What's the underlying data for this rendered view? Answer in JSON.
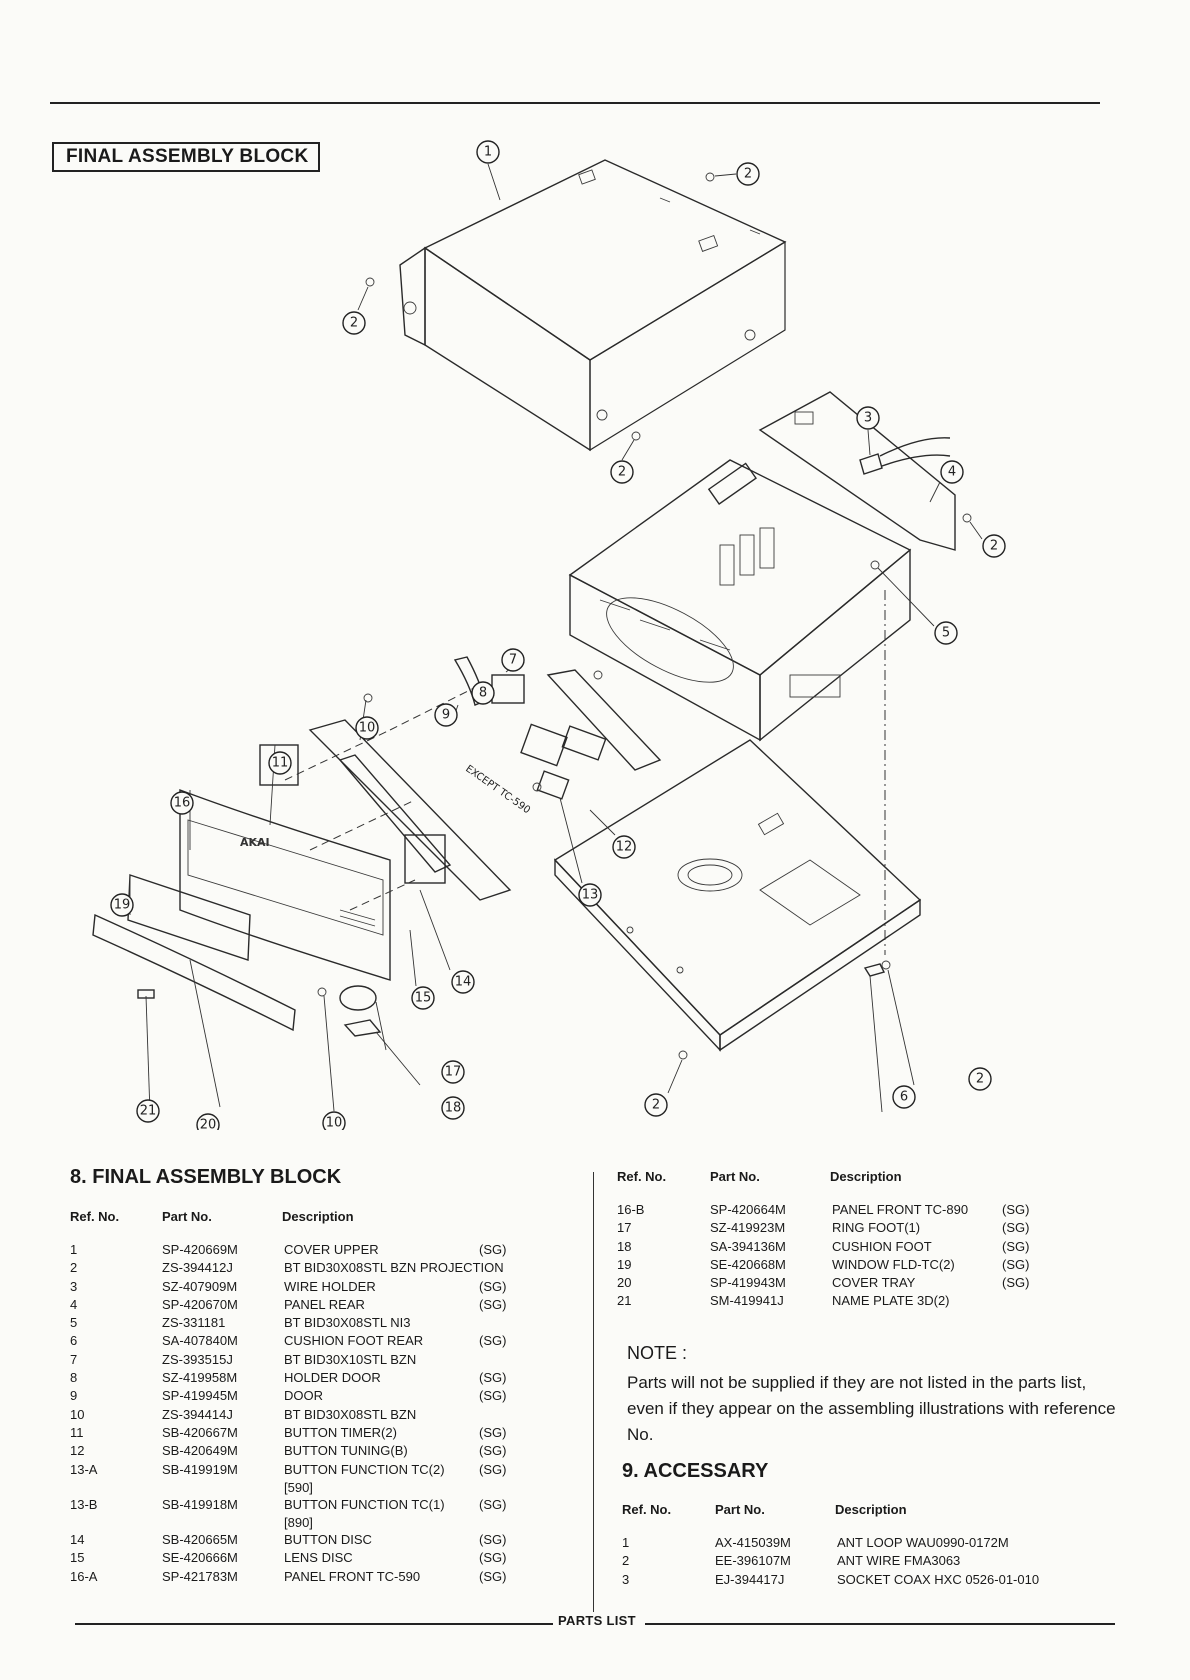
{
  "diagram": {
    "title": "FINAL ASSEMBLY BLOCK",
    "note": "EXCEPT TC-590",
    "brand_logo": "AKAI",
    "callouts": [
      "1",
      "2",
      "2",
      "2",
      "3",
      "4",
      "2",
      "5",
      "7",
      "8",
      "9",
      "10",
      "11",
      "12",
      "13",
      "16",
      "19",
      "14",
      "15",
      "17",
      "18",
      "21",
      "20",
      "10",
      "2",
      "6",
      "2"
    ]
  },
  "section8": {
    "title": "8. FINAL ASSEMBLY BLOCK",
    "headers": {
      "ref": "Ref. No.",
      "part": "Part No.",
      "desc": "Description"
    },
    "rows": [
      {
        "ref": "1",
        "part": "SP-420669M",
        "desc": "COVER UPPER",
        "tag": "(SG)"
      },
      {
        "ref": "2",
        "part": "ZS-394412J",
        "desc": "BT BID30X08STL BZN PROJECTION",
        "tag": ""
      },
      {
        "ref": "3",
        "part": "SZ-407909M",
        "desc": "WIRE HOLDER",
        "tag": "(SG)"
      },
      {
        "ref": "4",
        "part": "SP-420670M",
        "desc": "PANEL REAR",
        "tag": "(SG)"
      },
      {
        "ref": "5",
        "part": "ZS-331181",
        "desc": "BT BID30X08STL NI3",
        "tag": ""
      },
      {
        "ref": "6",
        "part": "SA-407840M",
        "desc": "CUSHION FOOT REAR",
        "tag": "(SG)"
      },
      {
        "ref": "7",
        "part": "ZS-393515J",
        "desc": "BT BID30X10STL BZN",
        "tag": ""
      },
      {
        "ref": "8",
        "part": "SZ-419958M",
        "desc": "HOLDER DOOR",
        "tag": "(SG)"
      },
      {
        "ref": "9",
        "part": "SP-419945M",
        "desc": "DOOR",
        "tag": "(SG)"
      },
      {
        "ref": "10",
        "part": "ZS-394414J",
        "desc": "BT BID30X08STL BZN",
        "tag": ""
      },
      {
        "ref": "11",
        "part": "SB-420667M",
        "desc": "BUTTON TIMER(2)",
        "tag": "(SG)"
      },
      {
        "ref": "12",
        "part": "SB-420649M",
        "desc": "BUTTON TUNING(B)",
        "tag": "(SG)"
      },
      {
        "ref": "13-A",
        "part": "SB-419919M",
        "desc": "BUTTON FUNCTION TC(2)",
        "tag": "(SG)",
        "sub": "[590]"
      },
      {
        "ref": "13-B",
        "part": "SB-419918M",
        "desc": "BUTTON FUNCTION TC(1)",
        "tag": "(SG)",
        "sub": "[890]"
      },
      {
        "ref": "14",
        "part": "SB-420665M",
        "desc": "BUTTON DISC",
        "tag": "(SG)"
      },
      {
        "ref": "15",
        "part": "SE-420666M",
        "desc": "LENS DISC",
        "tag": "(SG)"
      },
      {
        "ref": "16-A",
        "part": "SP-421783M",
        "desc": "PANEL FRONT TC-590",
        "tag": "(SG)"
      }
    ]
  },
  "section8b": {
    "headers": {
      "ref": "Ref. No.",
      "part": "Part No.",
      "desc": "Description"
    },
    "rows": [
      {
        "ref": "16-B",
        "part": "SP-420664M",
        "desc": "PANEL FRONT TC-890",
        "tag": "(SG)"
      },
      {
        "ref": "17",
        "part": "SZ-419923M",
        "desc": "RING FOOT(1)",
        "tag": "(SG)"
      },
      {
        "ref": "18",
        "part": "SA-394136M",
        "desc": "CUSHION FOOT",
        "tag": "(SG)"
      },
      {
        "ref": "19",
        "part": "SE-420668M",
        "desc": "WINDOW FLD-TC(2)",
        "tag": "(SG)"
      },
      {
        "ref": "20",
        "part": "SP-419943M",
        "desc": "COVER TRAY",
        "tag": "(SG)"
      },
      {
        "ref": "21",
        "part": "SM-419941J",
        "desc": "NAME PLATE 3D(2)",
        "tag": ""
      }
    ]
  },
  "note": {
    "title": "NOTE :",
    "body": "Parts will not be supplied if they are not listed in the parts list, even if they appear on the assembling illustrations with reference No."
  },
  "section9": {
    "title": "9. ACCESSARY",
    "headers": {
      "ref": "Ref. No.",
      "part": "Part No.",
      "desc": "Description"
    },
    "rows": [
      {
        "ref": "1",
        "part": "AX-415039M",
        "desc": "ANT LOOP WAU0990-0172M",
        "tag": ""
      },
      {
        "ref": "2",
        "part": "EE-396107M",
        "desc": "ANT WIRE FMA3063",
        "tag": ""
      },
      {
        "ref": "3",
        "part": "EJ-394417J",
        "desc": "SOCKET COAX HXC 0526-01-010",
        "tag": ""
      }
    ]
  },
  "footer": {
    "label": "PARTS LIST"
  }
}
